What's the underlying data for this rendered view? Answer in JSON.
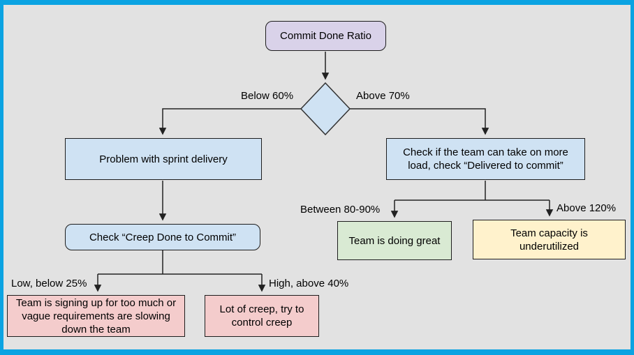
{
  "canvas": {
    "background": "#e2e2e2",
    "border_color": "#0ba3e2",
    "line_color": "#222222"
  },
  "nodes": {
    "start": {
      "label": "Commit Done Ratio",
      "fill": "#d9d2e9"
    },
    "decision_diamond": {
      "fill": "#cfe2f3"
    },
    "problem": {
      "label": "Problem with sprint delivery",
      "fill": "#cfe2f3"
    },
    "check_load": {
      "label": "Check if the team can take on more load, check “Delivered to commit”",
      "fill": "#cfe2f3"
    },
    "check_creep": {
      "label": "Check “Creep Done to Commit”",
      "fill": "#cfe2f3"
    },
    "doing_great": {
      "label": "Team is doing great",
      "fill": "#d9ead3"
    },
    "underutilized": {
      "label": "Team capacity is underutilized",
      "fill": "#fff2cc"
    },
    "too_much_commit": {
      "label": "Team is signing up for too much or vague requirements are slowing down the team",
      "fill": "#f4cccc"
    },
    "lot_of_creep": {
      "label": "Lot of creep, try to control creep",
      "fill": "#f4cccc"
    }
  },
  "edge_labels": {
    "below_60": "Below 60%",
    "above_70": "Above 70%",
    "between_80_90": "Between 80-90%",
    "above_120": "Above 120%",
    "low_below_25": "Low, below 25%",
    "high_above_40": "High, above 40%"
  }
}
